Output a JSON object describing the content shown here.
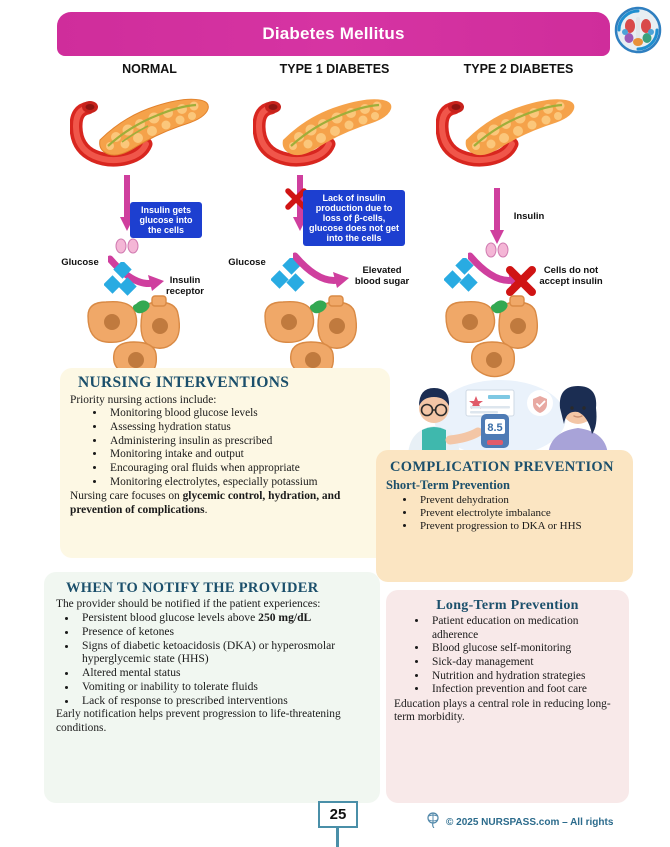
{
  "header": {
    "title": "Diabetes Mellitus",
    "logo_icon": "anatomy-organs-logo-icon"
  },
  "diagram": {
    "columns": [
      {
        "heading": "NORMAL",
        "organ_icon": "pancreas-duodenum-icon",
        "callout": "Insulin gets glucose into the cells",
        "blocked": false,
        "labels": {
          "glucose": "Glucose",
          "receptor": "Insulin receptor"
        }
      },
      {
        "heading": "TYPE 1 DIABETES",
        "organ_icon": "pancreas-duodenum-icon",
        "callout": "Lack of insulin production due to loss of β-cells, glucose does not get into the cells",
        "blocked": true,
        "labels": {
          "glucose": "Glucose",
          "elevated": "Elevated blood sugar"
        }
      },
      {
        "heading": "TYPE 2 DIABETES",
        "organ_icon": "pancreas-duodenum-icon",
        "insulin_label": "Insulin",
        "blocked": true,
        "labels": {
          "cells_reject": "Cells do not accept insulin"
        }
      }
    ]
  },
  "cards": {
    "nursing": {
      "title": "NURSING INTERVENTIONS",
      "lead": "Priority nursing actions include:",
      "bullets": [
        "Monitoring blood glucose levels",
        "Assessing hydration status",
        "Administering insulin as prescribed",
        "Monitoring intake and output",
        "Encouraging oral fluids when appropriate",
        "Monitoring electrolytes, especially potassium"
      ],
      "closing_plain": "Nursing care focuses on ",
      "closing_bold": "glycemic control, hydration, and prevention of complications",
      "closing_end": "."
    },
    "complication": {
      "title": "COMPLICATION PREVENTION",
      "subtitle": "Short-Term Prevention",
      "bullets": [
        "Prevent dehydration",
        "Prevent electrolyte imbalance",
        "Prevent progression to DKA or HHS"
      ]
    },
    "notify": {
      "title": "WHEN TO NOTIFY THE PROVIDER",
      "lead": "The provider should be notified if the patient experiences:",
      "bullets": [
        "Persistent blood glucose levels above 250 mg/dL",
        "Presence of ketones",
        "Signs of diabetic ketoacidosis (DKA) or hyperosmolar hyperglycemic state (HHS)",
        "Altered mental status",
        "Vomiting or inability to tolerate fluids",
        "Lack of response to prescribed interventions"
      ],
      "bullet1_plain": "Persistent blood glucose levels above ",
      "bullet1_bold": "250 mg/dL",
      "closing": "Early notification helps prevent progression to life-threatening conditions."
    },
    "long_term": {
      "title": "Long-Term Prevention",
      "bullets": [
        "Patient education on medication adherence",
        "Blood glucose self-monitoring",
        "Sick-day management",
        "Nutrition and hydration strategies",
        "Infection prevention and foot care"
      ],
      "closing": "Education plays a central role in reducing long-term morbidity."
    }
  },
  "illustration": {
    "name": "doctor-patient-glucometer-illustration",
    "glucometer_reading": "8.5"
  },
  "footer": {
    "page_number": "25",
    "copyright": "© 2025 NURSPASS.com – All rights",
    "logo_icon": "nurspass-logo-icon"
  },
  "colors": {
    "header_pink": "#d12f9c",
    "title_blue": "#1b4f6b",
    "callout_blue": "#1d3fd0",
    "nursing_bg": "#fdf8e4",
    "complication_bg": "#fbe5c2",
    "notify_bg": "#f1f7f1",
    "long_term_bg": "#f8e9e9"
  }
}
